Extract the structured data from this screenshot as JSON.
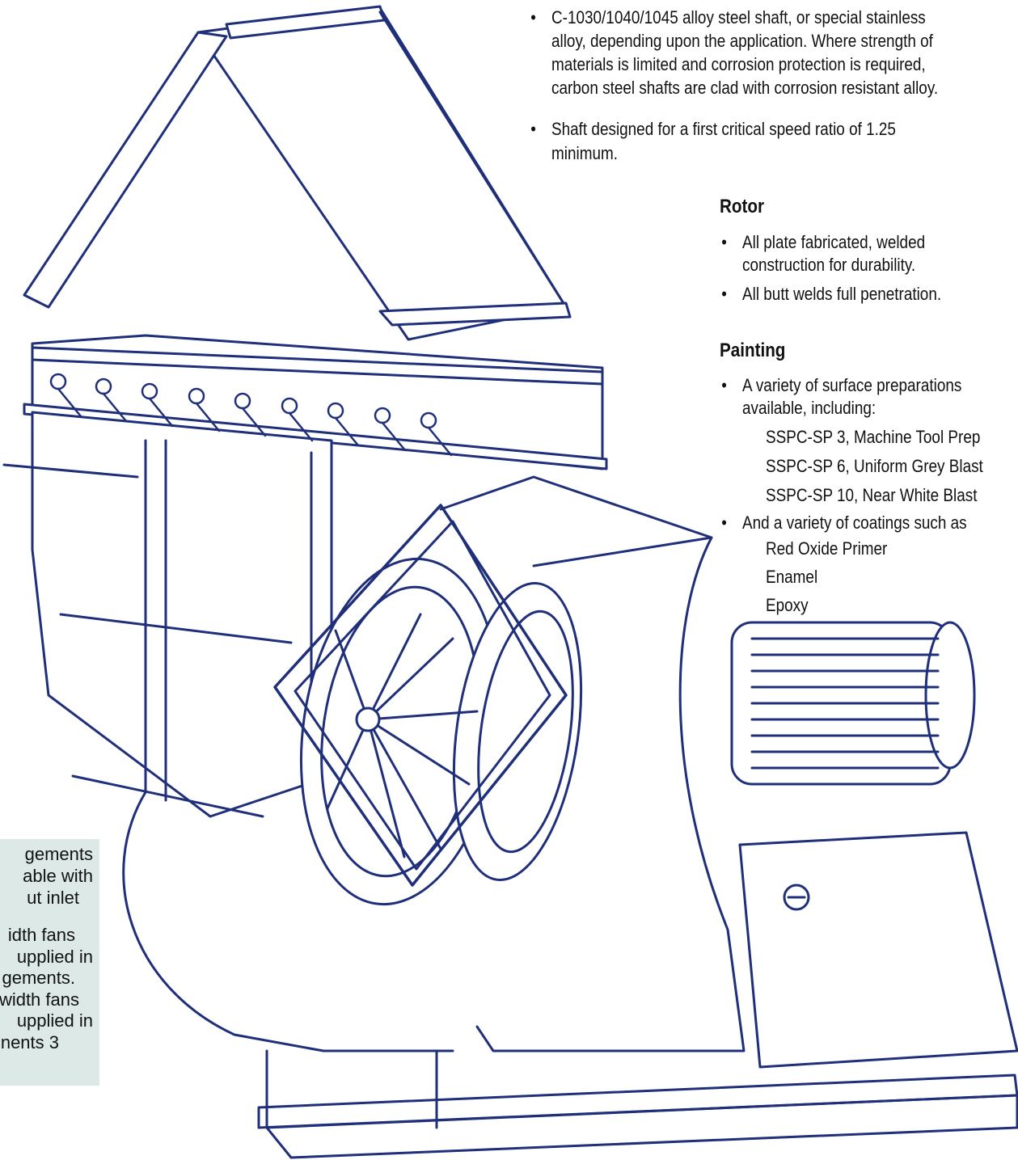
{
  "shaft": {
    "bullets": [
      [
        "C-1030/1040/1045 alloy steel shaft, or special stainless",
        "alloy, depending upon the application. Where strength of",
        "materials is limited and corrosion protection is required,",
        "carbon steel shafts are clad with corrosion resistant alloy."
      ],
      [
        "Shaft designed for a first critical speed ratio of 1.25",
        "minimum."
      ]
    ]
  },
  "rotor": {
    "heading": "Rotor",
    "bullets": [
      [
        "All plate fabricated, welded",
        "construction for durability."
      ],
      [
        "All butt welds full penetration."
      ]
    ]
  },
  "painting": {
    "heading": "Painting",
    "bullet1": [
      "A variety of surface preparations",
      "available, including:"
    ],
    "preparations": [
      "SSPC-SP 3, Machine Tool Prep",
      "SSPC-SP 6, Uniform Grey Blast",
      "SSPC-SP 10, Near White Blast"
    ],
    "bullet2": "And a variety of coatings such as",
    "coatings": [
      "Red Oxide Primer",
      "Enamel",
      "Epoxy"
    ]
  },
  "note": {
    "lines": [
      "gements",
      "able with",
      "ut inlet",
      "idth fans",
      "upplied in",
      "gements.",
      "width fans",
      "upplied in",
      "nents 3"
    ]
  },
  "colors": {
    "drawing": "#1f2f7a",
    "note_bg": "#dde9e7"
  }
}
